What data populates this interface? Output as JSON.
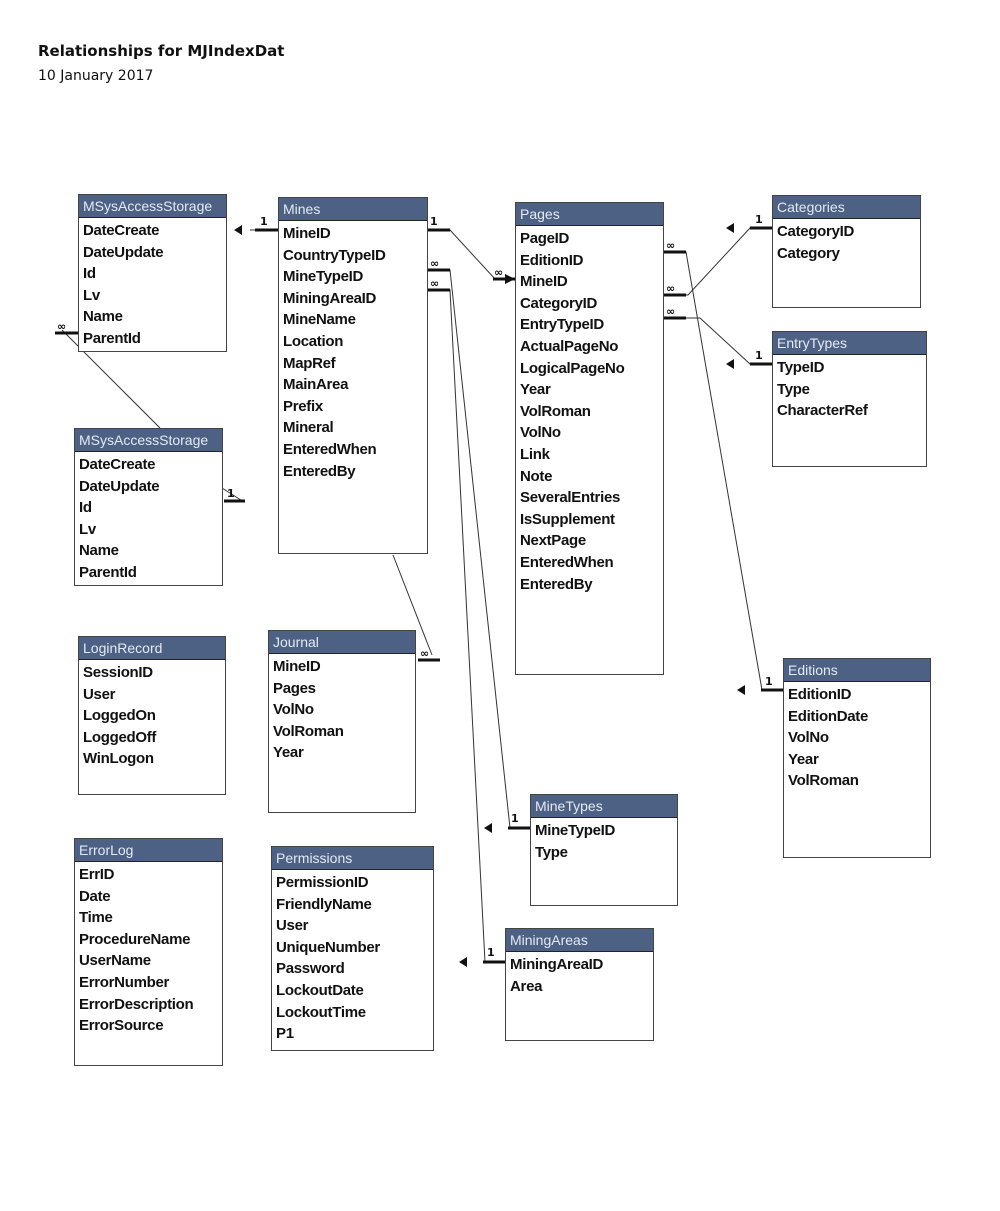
{
  "header": {
    "title": "Relationships for MJIndexDat",
    "date": "10 January 2017"
  },
  "colors": {
    "table_header_bg": "#4d6184",
    "table_header_text": "#e4eaf4",
    "line": "#333333"
  },
  "tables": {
    "msysaccessstorage_1": {
      "name": "MSysAccessStorage",
      "fields": [
        "DateCreate",
        "DateUpdate",
        "Id",
        "Lv",
        "Name",
        "ParentId"
      ]
    },
    "msysaccessstorage_2": {
      "name": "MSysAccessStorage",
      "fields": [
        "DateCreate",
        "DateUpdate",
        "Id",
        "Lv",
        "Name",
        "ParentId"
      ]
    },
    "mines": {
      "name": "Mines",
      "fields": [
        "MineID",
        "CountryTypeID",
        "MineTypeID",
        "MiningAreaID",
        "MineName",
        "Location",
        "MapRef",
        "MainArea",
        "Prefix",
        "Mineral",
        "EnteredWhen",
        "EnteredBy"
      ]
    },
    "pages": {
      "name": "Pages",
      "fields": [
        "PageID",
        "EditionID",
        "MineID",
        "CategoryID",
        "EntryTypeID",
        "ActualPageNo",
        "LogicalPageNo",
        "Year",
        "VolRoman",
        "VolNo",
        "Link",
        "Note",
        "SeveralEntries",
        "IsSupplement",
        "NextPage",
        "EnteredWhen",
        "EnteredBy"
      ]
    },
    "categories": {
      "name": "Categories",
      "fields": [
        "CategoryID",
        "Category"
      ]
    },
    "entrytypes": {
      "name": "EntryTypes",
      "fields": [
        "TypeID",
        "Type",
        "CharacterRef"
      ]
    },
    "loginrecord": {
      "name": "LoginRecord",
      "fields": [
        "SessionID",
        "User",
        "LoggedOn",
        "LoggedOff",
        "WinLogon"
      ]
    },
    "journal": {
      "name": "Journal",
      "fields": [
        "MineID",
        "Pages",
        "VolNo",
        "VolRoman",
        "Year"
      ]
    },
    "editions": {
      "name": "Editions",
      "fields": [
        "EditionID",
        "EditionDate",
        "VolNo",
        "Year",
        "VolRoman"
      ]
    },
    "minetypes": {
      "name": "MineTypes",
      "fields": [
        "MineTypeID",
        "Type"
      ]
    },
    "errorlog": {
      "name": "ErrorLog",
      "fields": [
        "ErrID",
        "Date",
        "Time",
        "ProcedureName",
        "UserName",
        "ErrorNumber",
        "ErrorDescription",
        "ErrorSource"
      ]
    },
    "permissions": {
      "name": "Permissions",
      "fields": [
        "PermissionID",
        "FriendlyName",
        "User",
        "UniqueNumber",
        "Password",
        "LockoutDate",
        "LockoutTime",
        "P1"
      ]
    },
    "miningareas": {
      "name": "MiningAreas",
      "fields": [
        "MiningAreaID",
        "Area"
      ]
    }
  },
  "relationship_labels": {
    "one": "1",
    "many": "∞"
  }
}
